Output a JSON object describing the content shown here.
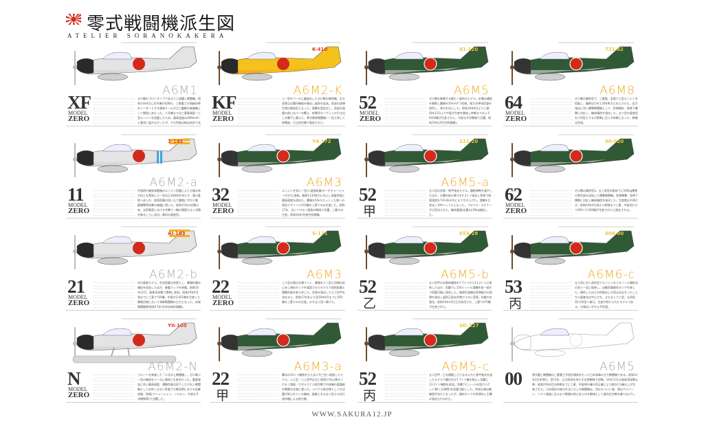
{
  "header": {
    "title": "零式戦闘機派生図",
    "subtitle": "ATELIER SORANOKAKERA",
    "flag_icon": "rising-sun-flag"
  },
  "footer": {
    "url": "WWW.SAKURA12.JP"
  },
  "colors": {
    "green": "#2f5a35",
    "gray_white": "#e4e4e4",
    "yellow": "#f5c21b",
    "orange_label": "#f0a81e",
    "gray_label": "#a8a8a8",
    "hinomaru": "#d42a1c",
    "cowl_black": "#2a2a2a"
  },
  "cards": [
    {
      "variant": "A6M1",
      "model": "XF",
      "sub": "MODEL",
      "zero": "ZERO",
      "tail": "",
      "scheme": "gray",
      "label_color": "gray",
      "desc": "ゼロ戦のプロトタイプである十二試艦上戦闘機。昭和14年4月に初号機が初飛行。三菱重工の堀越技師をリーダーとする開発チームが九六艦戦の後継機として開発にあたった。二号機までは三菱製瑞星一三型エンジンを搭載したため、最高速度は489km/hと要求に届かなかったが、その性能は概ね良好であった。"
    },
    {
      "variant": "A6M2-K",
      "model": "KF",
      "sub": "MODEL",
      "zero": "ZERO",
      "tail": "K-410",
      "scheme": "yellow",
      "label_color": "orange",
      "desc": "二一型をベースに複座化したゼロ戦の練習機。主な変更点は翼内機銃を撤去し風防を延長。前部の訓練生席は解放型となった。尾翼を固定化し、前部計器盤の前にはバーの覆え、射撃用ターゲットの引き出しを翼下に備えた。零式練習戦闘機一一型と称して終戦後、日立航空機で製造された。"
    },
    {
      "variant": "A6M5",
      "model": "52",
      "sub": "MODEL",
      "zero": "ZERO",
      "tail": "81-120",
      "scheme": "green",
      "label_color": "orange",
      "desc": "ゼロ戦を象徴する最も一般的なモデル。折畳み構造を撤廃し翼端を50cmずつ短縮。推力式単排気管を採用し、馬力を向上した。昭和18年8月より三菱、同年12月より中島が生産を開始し終戦までおよそ6000機が生産された。中部太平洋戦線で活躍。昭和19年(261空所属機)。"
    },
    {
      "variant": "A6M8",
      "model": "64",
      "sub": "MODEL",
      "zero": "ZERO",
      "tail": "721 82",
      "scheme": "green",
      "label_color": "orange",
      "desc": "ゼロ戦の最終型で、三菱製、金星六二型エンジンを搭載し、離昇出力を1,560馬力に向上させた。出力強化に伴い爆撃戦闘機として、防弾燃料、急降下爆撃に対応し、機体構造を強化した。五六型の量産型を六四型とするが実戦に至らず終戦となった。数機は完成。"
    },
    {
      "variant": "A6M2-a",
      "model": "11",
      "sub": "MODEL",
      "zero": "ZERO",
      "tail": "3-141",
      "scheme": "gray",
      "label_color": "gray",
      "desc": "中島飛行機栄発動機のエンジン搭載により大幅な馬力向上を実現した一型は正式採用を待たず、漢口基地へ送られ、航続距離の短い九六艦戦に代わり重慶爆撃等攻撃の掩護に就いた。昭和15年の初陣以来、支那事変における空戦で一機の損害もなく初陣を飾ることに成功。最初の量産型。"
    },
    {
      "variant": "A6M3",
      "model": "32",
      "sub": "MODEL",
      "zero": "ZERO",
      "tail": "Y4-172",
      "scheme": "green",
      "label_color": "orange",
      "desc": "エンジンを栄二一型(二速過給器/ターボチャージャー付き)に換装。離昇1130馬力に向上し速度性能と最高速度を改めた。翼端を50cmカットした唯一の角型デザインで343機を三菱でのみ生産した。昭和17年、主にソロモン諸島の戦域で活躍。三菱のみ生産。昭和18年/台南空所属機。"
    },
    {
      "variant": "A6M5-a",
      "model": "52",
      "kanji": "甲",
      "tail": "221-20",
      "scheme": "green",
      "label_color": "orange",
      "desc": "五二型の武装・装甲強化モデル。機銃弾数を増やしたほか、主翼外板の厚さを0.2ミリ強化し急降下制限速度を740.8km/hにまで引き上げた。増槽を大型化し300リットルとなった。プロペラ・スピナーが大型化された。機体重量(自重)は18kg増加した。"
    },
    {
      "variant": "",
      "model": "62",
      "sub": "MODEL",
      "zero": "ZERO",
      "tail": "00-020",
      "scheme": "green",
      "label_color": "orange",
      "desc": "ゼロ戦の最終型3。五三丙型の胴体下に500kg爆弾の懸吊架を追加した爆撃戦闘機。防弾爆撃、急降下爆撃に対応し機体構造を強化した。生産数は不明だが、昭和20年4月頃より終戦まで三菱、中島合わせて600〜1,000機が生産されたと推定される。"
    },
    {
      "variant": "A6M2-b",
      "model": "21",
      "sub": "MODEL",
      "zero": "ZERO",
      "tail": "AI-103",
      "scheme": "gray",
      "label_color": "gray",
      "desc": "初の量産モデル。空母搭載を前提とし、翼端折畳み構造を追加したほか、着艦フックを装備。昭和16年12月、真珠湾攻撃で実戦に参加。昭和19年6月頃までに三菱で740機、中島が2,821機を生産した開戦初期において海軍戦闘機の主力となった。赤城戦闘機隊(昭和17年/空母赤城所属機)。"
    },
    {
      "variant": "A6M3",
      "model": "22",
      "sub": "MODEL",
      "zero": "ZERO",
      "tail": "S-171",
      "scheme": "green",
      "label_color": "orange",
      "desc": "三二型の弱点を補うべく、翼端を二一型と同様の形に戻し燃料タンクを増設させたモデルで航続距離と運動性能を取り戻した。武装を強化した二二型甲を含めると、昭和17年末より翌18年6月までに560機を三菱でのみ生産。のち五二型へ繋げた。"
    },
    {
      "variant": "A6M5-b",
      "model": "52",
      "kanji": "乙",
      "tail": "653-28",
      "scheme": "green",
      "label_color": "orange",
      "desc": "五二型甲の右胴体機銃を7.7ミリから13.2ミリに換装したほか、両翼下に150リットル増槽を各一個ずつ搭載可能に改造した。後期生産機は防弾能力の防弾を強化し風防正面を防弾ガラスに変更。防御力を強化。昭和19年10月正式採用され、三菱で470機が生産された。"
    },
    {
      "variant": "A6M6-c",
      "model": "53",
      "kanji": "丙",
      "tail": "000-00",
      "scheme": "green",
      "label_color": "orange",
      "desc": "五二丙に次ぐ改良型でエンジンをメタノール噴射式の栄三一型に換装し、自動防漏燃料タンクを装した。期待したほどの性能向上が見込めなかったことから量産化は中止され、まもなく六二型、五四型丙/六四型へ移行。生産が続けられたモデルである。仕様はいずれも予定値。"
    },
    {
      "variant": "A6M2-N",
      "model": "N",
      "sub": "MODEL",
      "zero": "ZERO",
      "tail": "YII-105",
      "scheme": "float",
      "label_color": "gray",
      "desc": "フロートを装着した「二式水上戦闘機」。ゼロ戦二一型の機体をベースに開発と生産を行った。重量増加に伴い最高速度、運動性能は低下したが水上戦闘機としては申し分ない性能で大戦初期における長峰攻略、防衛(アリューシャン、ソロモン、中部太平洋戦線等)で活躍した。"
    },
    {
      "variant": "A6M3-a",
      "model": "22",
      "kanji": "甲",
      "tail": "",
      "scheme": "green",
      "label_color": "orange",
      "desc": "翼内の20ミリ機銃を九九式二号三型へ換装したモデル。二二型・二二型甲は主に昭和17年以降のソロモン諸島・ガダルカナル航空戦で中核機の援護制空戦闘の任務に就いた。ラバウル航空隊としての活躍が知られている機体。後継となる五二型との先行試作機による総力戦。"
    },
    {
      "variant": "A6M5-c",
      "model": "52",
      "kanji": "丙",
      "tail": "SD-127",
      "scheme": "green",
      "label_color": "orange",
      "desc": "五二型甲・乙を踏襲しさらなる火力と装甲強化を施したモデルで翼内左の7.7ミリ機を廃止し両翼に13.2ミリ機銃を追加。両翼下にレールを設けロケット弾(三式弾等)を搭載可能とした。特攻仕様は敵機相手向けとなったが、燃料タンクの防弾化と主翼の強化も行われた。"
    },
    {
      "variant": "A6M5",
      "model": "00",
      "sub": "",
      "zero": "",
      "tail": "",
      "scheme": "outline",
      "label_color": "gray",
      "desc": "零式艦上戦闘機は三菱重工が設計開発を行った日本海軍の主力戦闘機である。昭和14年3月初飛行、翌15年、正式採用を待たず支那戦線で初陣。16年12月の真珠湾攻撃以降、昭和20年8月の終戦までに三菱、中島飛行機の両企業により総計1万機以上が生産された。日本国民の総力を注いだこの戦闘機は、西はセイロン島、東はギルバート、ハワイ諸島に至るまで戦場の殆どあらゆる戦域として激烈な空戦を繰り広げた。"
    }
  ]
}
